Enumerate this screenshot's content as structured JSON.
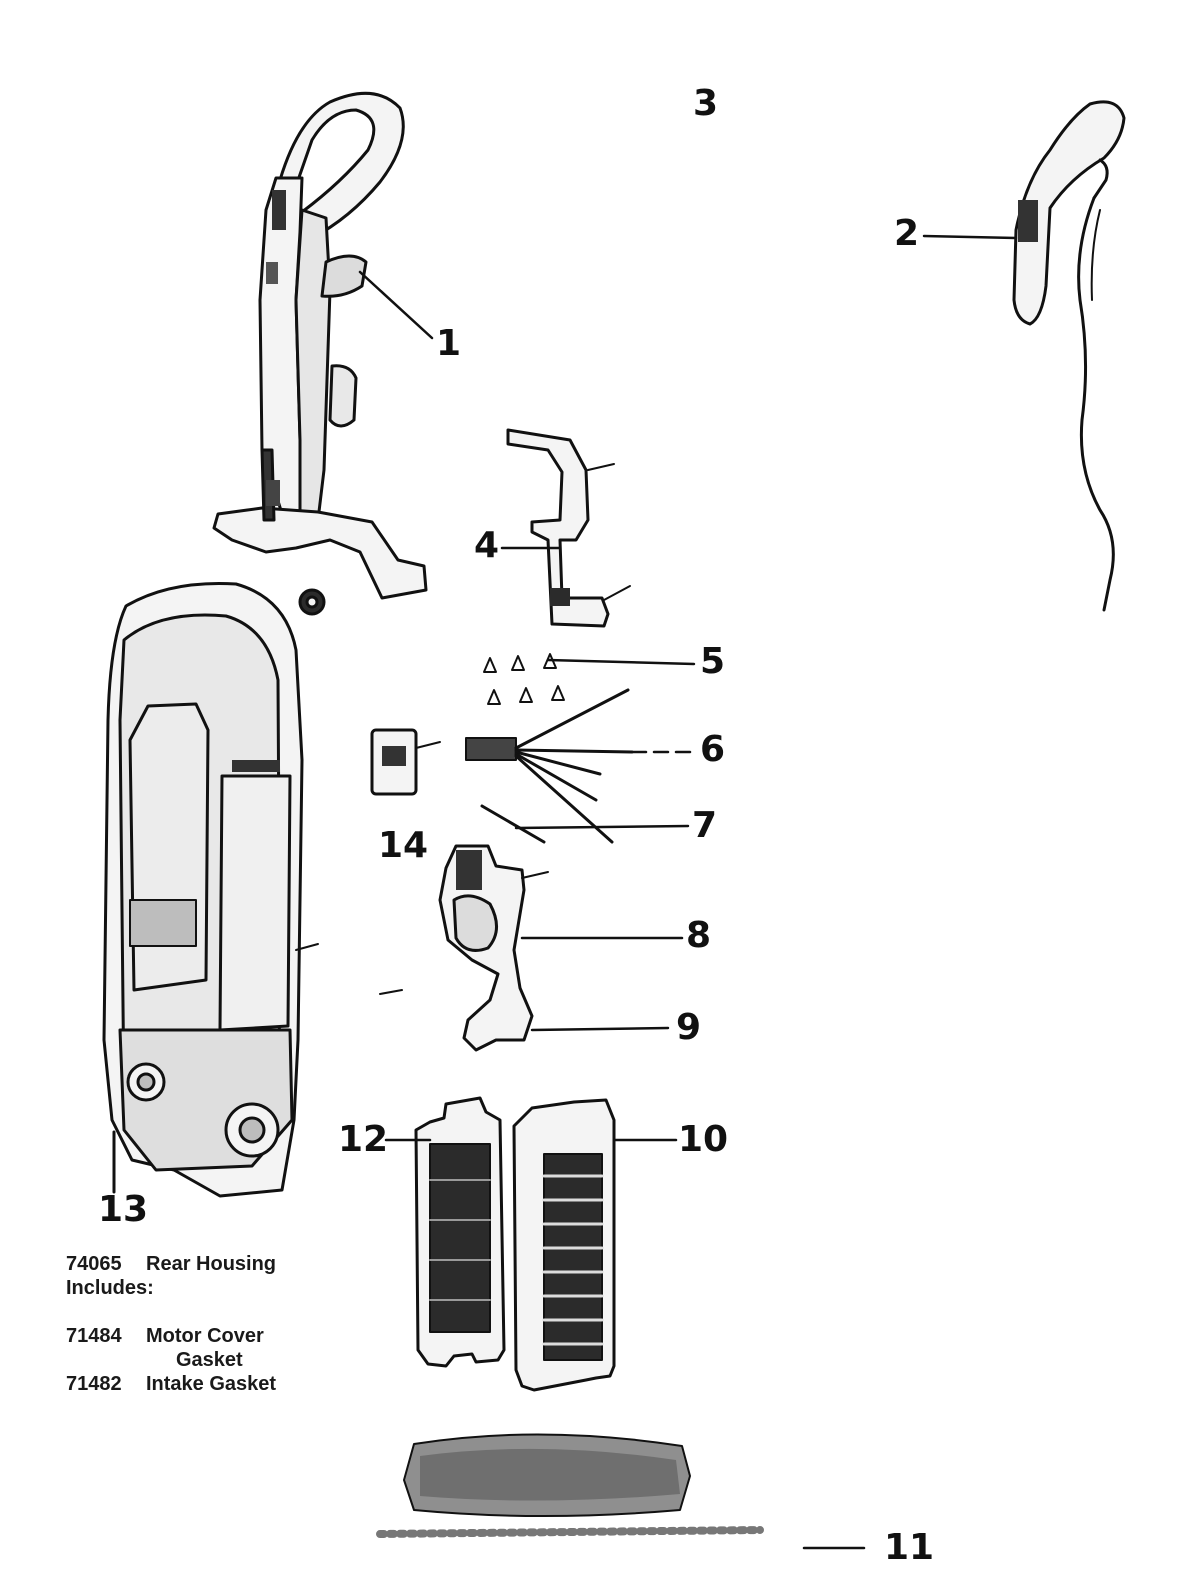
{
  "diagram": {
    "type": "exploded-parts-view",
    "callouts": [
      "1",
      "2",
      "3",
      "4",
      "5",
      "6",
      "7",
      "8",
      "9",
      "10",
      "11",
      "12",
      "13",
      "14"
    ]
  },
  "note": {
    "part_number": "74065",
    "part_name": "Rear Housing",
    "includes_label": "Includes:",
    "included_parts": [
      {
        "part_number": "71484",
        "name_line1": "Motor Cover",
        "name_line2": "Gasket"
      },
      {
        "part_number": "71482",
        "name_line1": "Intake Gasket",
        "name_line2": ""
      }
    ]
  },
  "colors": {
    "line": "#111111",
    "part_fill": "#f4f4f4",
    "shade": "#9a9a9a",
    "dark": "#2b2b2b"
  }
}
